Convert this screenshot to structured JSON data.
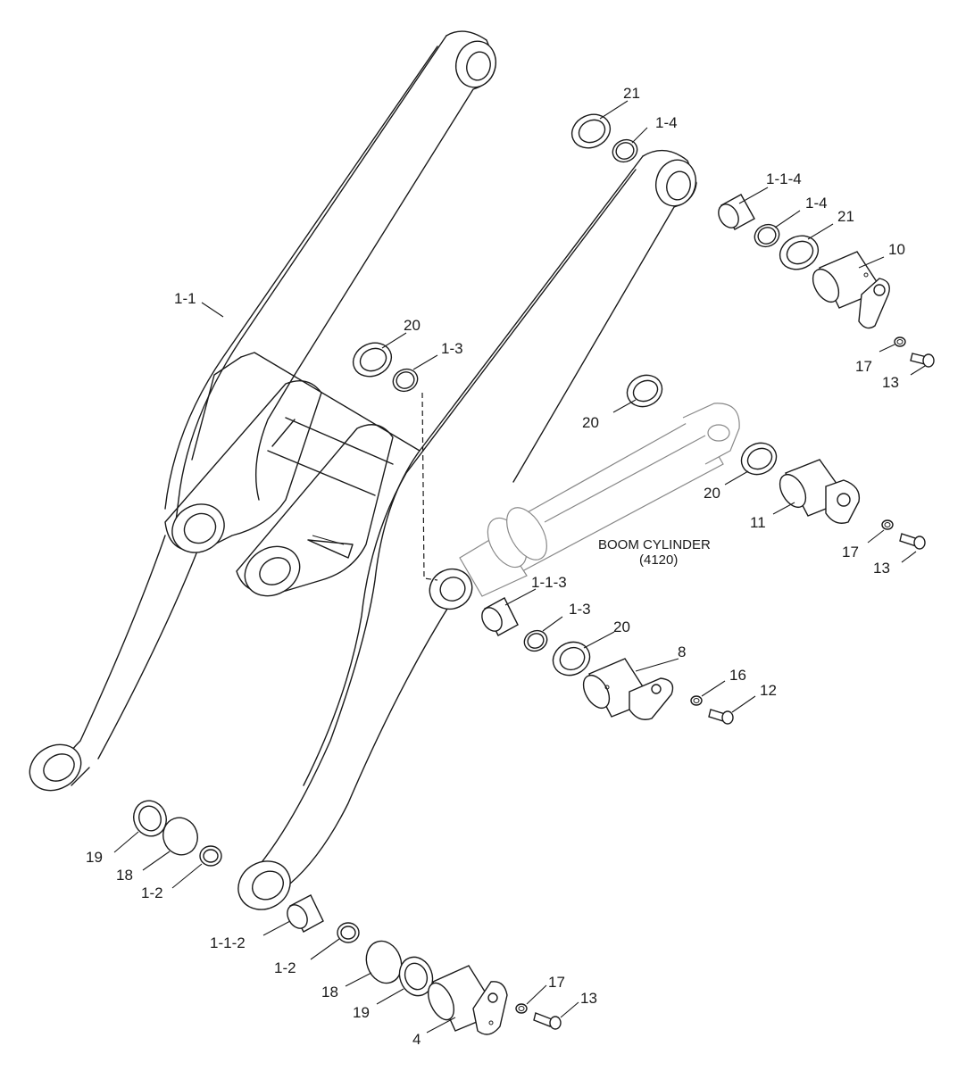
{
  "diagram": {
    "cylinder_label": "BOOM CYLINDER",
    "cylinder_ref": "(4120)",
    "labels": {
      "l_21_top": "21",
      "l_1_4_top": "1-4",
      "l_1_1_4": "1-1-4",
      "l_1_4_mid": "1-4",
      "l_21_mid": "21",
      "l_10": "10",
      "l_17_a": "17",
      "l_13_a": "13",
      "l_1_1": "1-1",
      "l_20_a": "20",
      "l_1_3_a": "1-3",
      "l_20_b": "20",
      "l_20_c": "20",
      "l_11": "11",
      "l_17_b": "17",
      "l_13_b": "13",
      "l_1_1_3": "1-1-3",
      "l_1_3_b": "1-3",
      "l_20_d": "20",
      "l_8": "8",
      "l_16": "16",
      "l_12": "12",
      "l_19_a": "19",
      "l_18_a": "18",
      "l_1_2_a": "1-2",
      "l_1_1_2": "1-1-2",
      "l_1_2_b": "1-2",
      "l_18_b": "18",
      "l_19_b": "19",
      "l_17_c": "17",
      "l_13_c": "13",
      "l_4": "4"
    }
  }
}
